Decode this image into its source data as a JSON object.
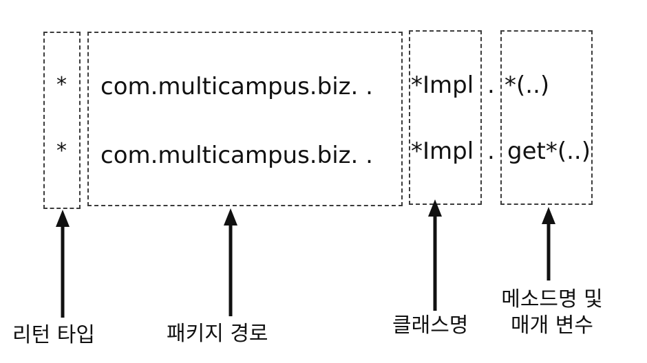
{
  "boxes": {
    "return_type": {
      "row1": "*",
      "row2": "*"
    },
    "package_path": {
      "row1": "com.multicampus.biz. .",
      "row2": "com.multicampus.biz. ."
    },
    "class_name": {
      "row1": "*Impl",
      "row2": "*Impl"
    },
    "method_params": {
      "row1": "*(..)",
      "row2": "get*(..)"
    },
    "sep": "."
  },
  "labels": {
    "return_type": "리턴 타입",
    "package_path": "패키지 경로",
    "class_name": "클래스명",
    "method_params_line1": "메소드명 및",
    "method_params_line2": "매개 변수"
  }
}
